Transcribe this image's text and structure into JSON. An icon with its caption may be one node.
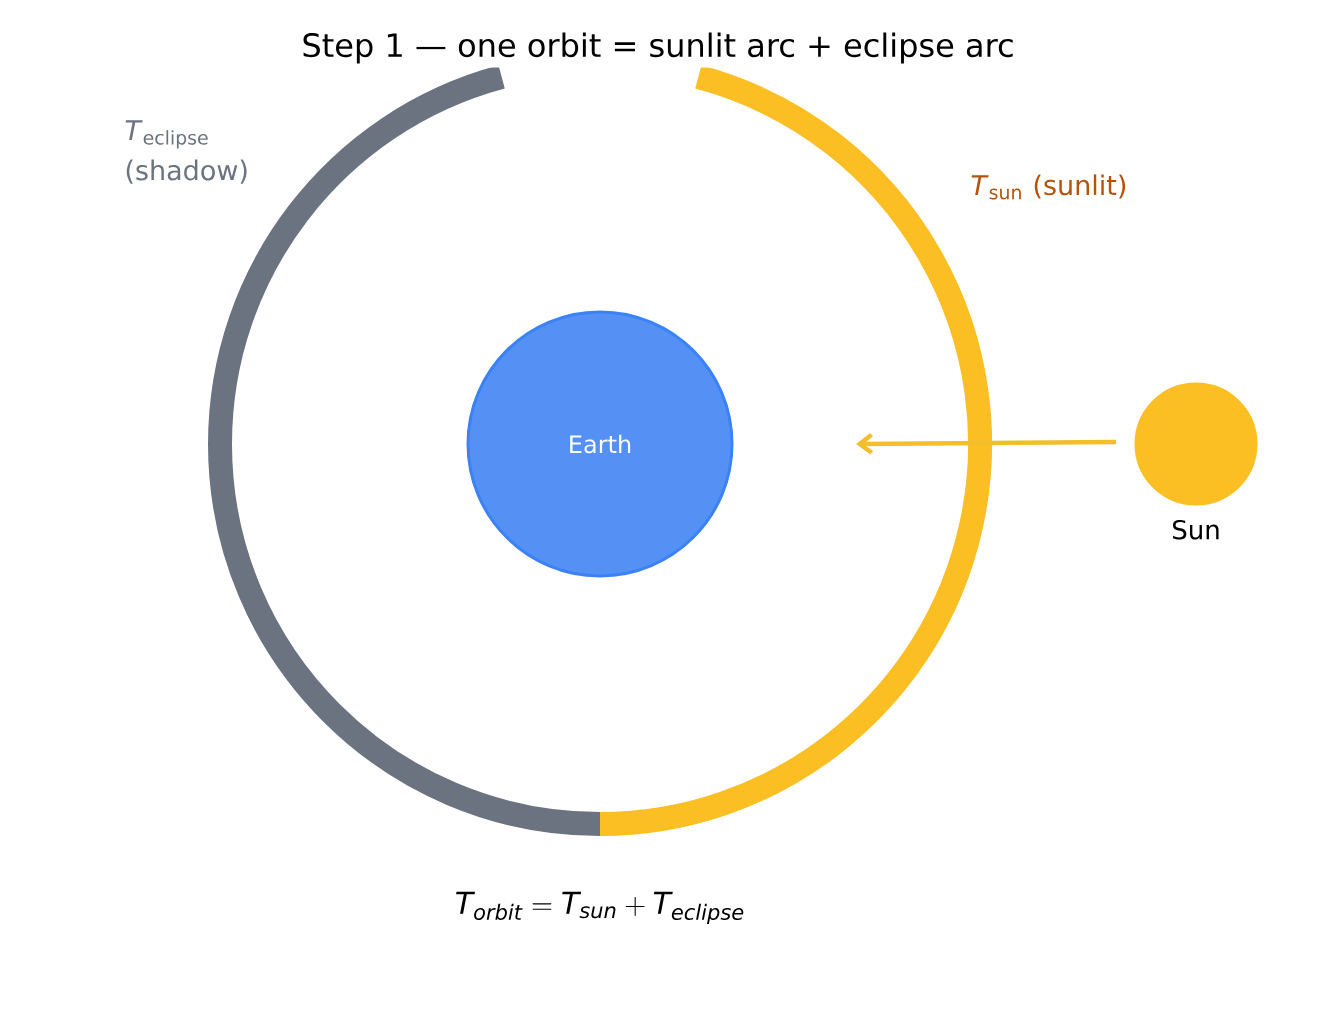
{
  "diagram": {
    "title": "Step 1 — one orbit = sunlit arc + eclipse arc",
    "nodes": [
      {
        "text": [
          "Earth"
        ]
      },
      {
        "text": [],
        "shape": "circle",
        "beside": [
          "Sun"
        ]
      }
    ],
    "labels": [
      "*T*$_{eclipse}$ (shadow)",
      "*T*$_{sun}$ (sunlit)",
      "T_{orbit} = T_{sun} + T_{eclipse}"
    ]
  }
}
